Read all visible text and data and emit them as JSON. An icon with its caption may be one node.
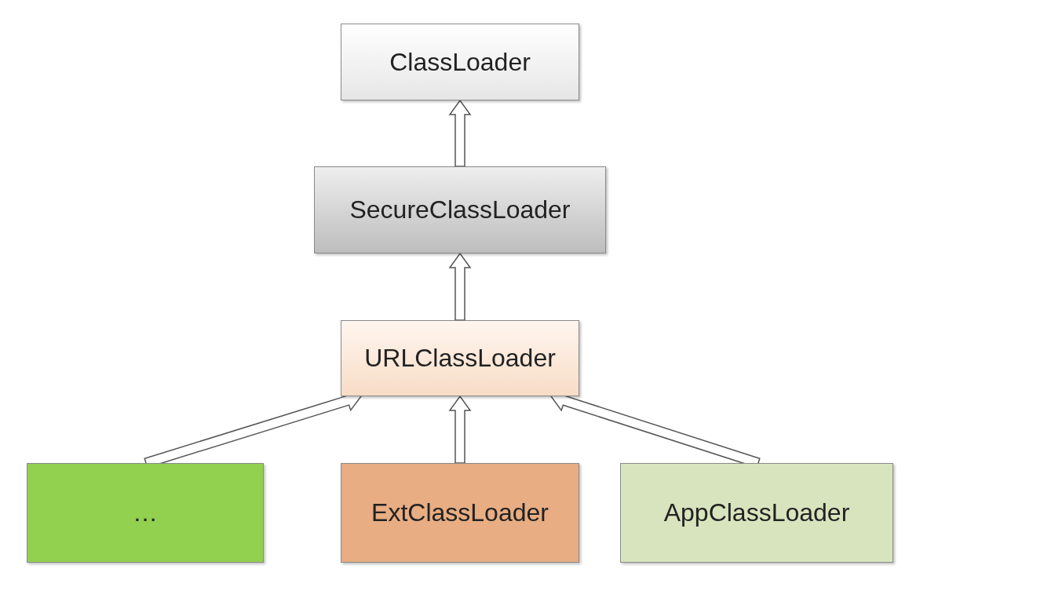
{
  "diagram": {
    "nodes": [
      {
        "text": [
          "ClassLoader"
        ]
      },
      {
        "text": [
          "SecureClassLoader"
        ]
      },
      {
        "text": [
          "URLClassLoader"
        ]
      },
      {
        "text": [
          "…"
        ]
      },
      {
        "text": [
          "ExtClassLoader"
        ]
      },
      {
        "text": [
          "AppClassLoader"
        ]
      }
    ],
    "edges": [
      {
        "from": 1,
        "to": 0,
        "arrow": "to"
      },
      {
        "from": 2,
        "to": 1,
        "arrow": "to"
      },
      {
        "from": 3,
        "to": 2,
        "arrow": "to"
      },
      {
        "from": 4,
        "to": 2,
        "arrow": "to"
      },
      {
        "from": 5,
        "to": 2,
        "arrow": "to"
      }
    ]
  }
}
